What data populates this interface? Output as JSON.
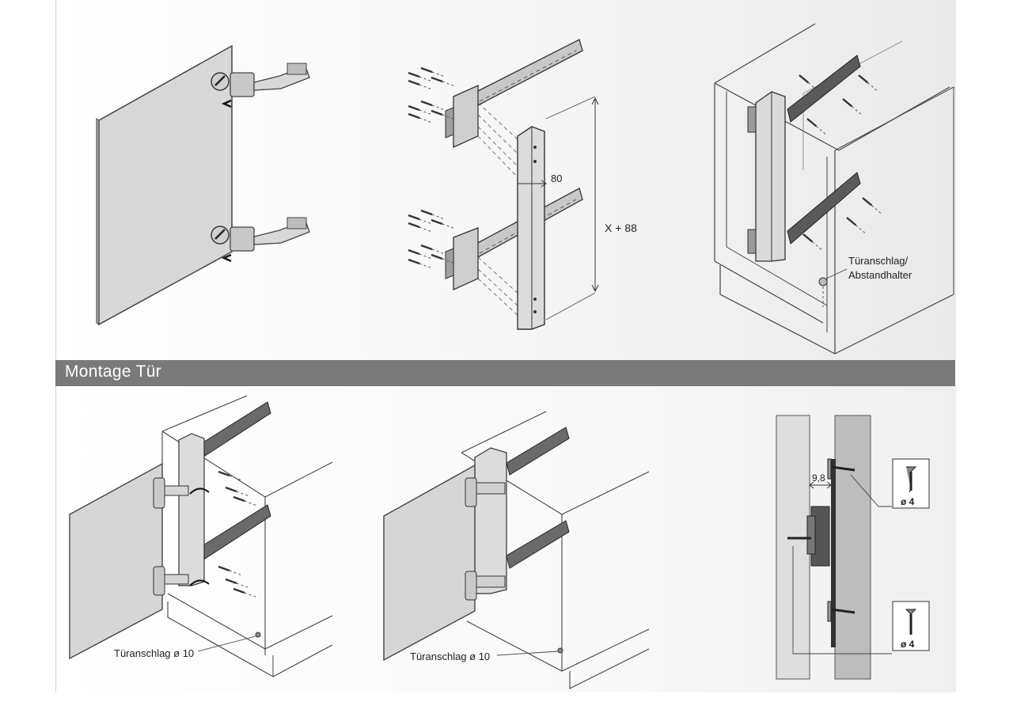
{
  "section": {
    "title": "Montage Tür"
  },
  "dimensions": {
    "offset_80": "80",
    "height_x88": "X + 88",
    "gap_98": "9,8"
  },
  "labels": {
    "door_stop_spacer_line1": "Türanschlag/",
    "door_stop_spacer_line2": "Abstandhalter",
    "door_stop_left": "Türanschlag ø 10",
    "door_stop_middle": "Türanschlag ø 10",
    "screw_top": "ø 4",
    "screw_bottom": "ø 4"
  },
  "colors": {
    "bar": "#7a7a7a",
    "line": "#444444",
    "panel": "#d9d9d9",
    "rail": "#5a5a5a"
  }
}
